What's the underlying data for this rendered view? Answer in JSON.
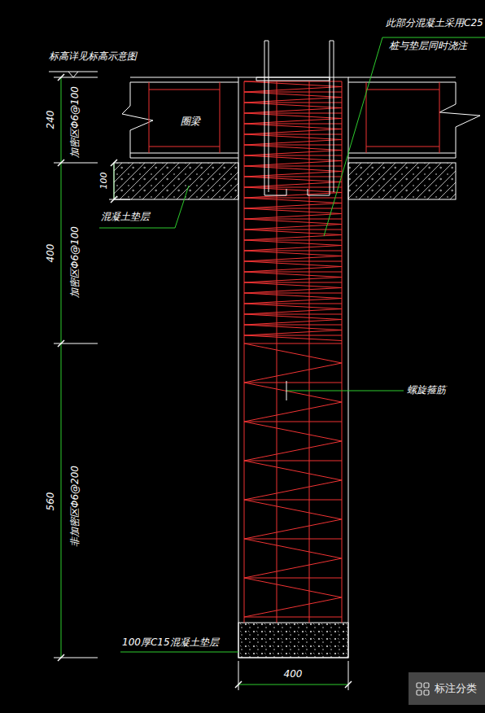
{
  "diagram": {
    "nodes": [
      {
        "text": [
          "标注分类"
        ]
      }
    ],
    "labels": [
      "标高详见标高示意图",
      "此部分混凝土采用C25",
      "桩与垫层同时浇注",
      "240",
      "加密区Φ6@100",
      "圈梁",
      "100",
      "混凝土垫层",
      "400",
      "加密区Φ6@100",
      "螺旋箍筋",
      "560",
      "非加密区Φ6@200",
      "100厚C15混凝土垫层",
      "400"
    ]
  }
}
